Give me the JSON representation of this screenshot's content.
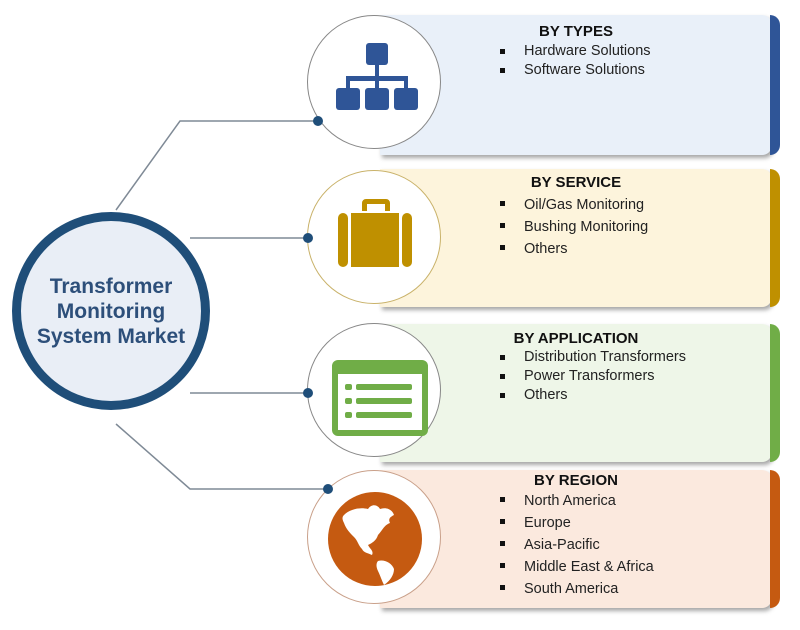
{
  "hub": {
    "title_line1": "Transformer",
    "title_line2": "Monitoring",
    "title_line3": "System Market",
    "color": "#1f4e79"
  },
  "segments": [
    {
      "title": "BY TYPES",
      "icon": "org-chart-icon",
      "accent": "#2f5597",
      "background": "#e9f0f9",
      "items": [
        "Hardware Solutions",
        "Software Solutions"
      ]
    },
    {
      "title": "BY SERVICE",
      "icon": "briefcase-icon",
      "accent": "#bf9000",
      "background": "#fdf4dc",
      "items": [
        "Oil/Gas Monitoring",
        "Bushing Monitoring",
        "Others"
      ]
    },
    {
      "title": "BY APPLICATION",
      "icon": "list-window-icon",
      "accent": "#70ad47",
      "background": "#eef6e8",
      "items": [
        "Distribution Transformers",
        "Power Transformers",
        "Others"
      ]
    },
    {
      "title": "BY REGION",
      "icon": "globe-americas-icon",
      "accent": "#c55a11",
      "background": "#fbe9de",
      "items": [
        "North America",
        "Europe",
        "Asia-Pacific",
        "Middle East & Africa",
        "South America"
      ]
    }
  ]
}
